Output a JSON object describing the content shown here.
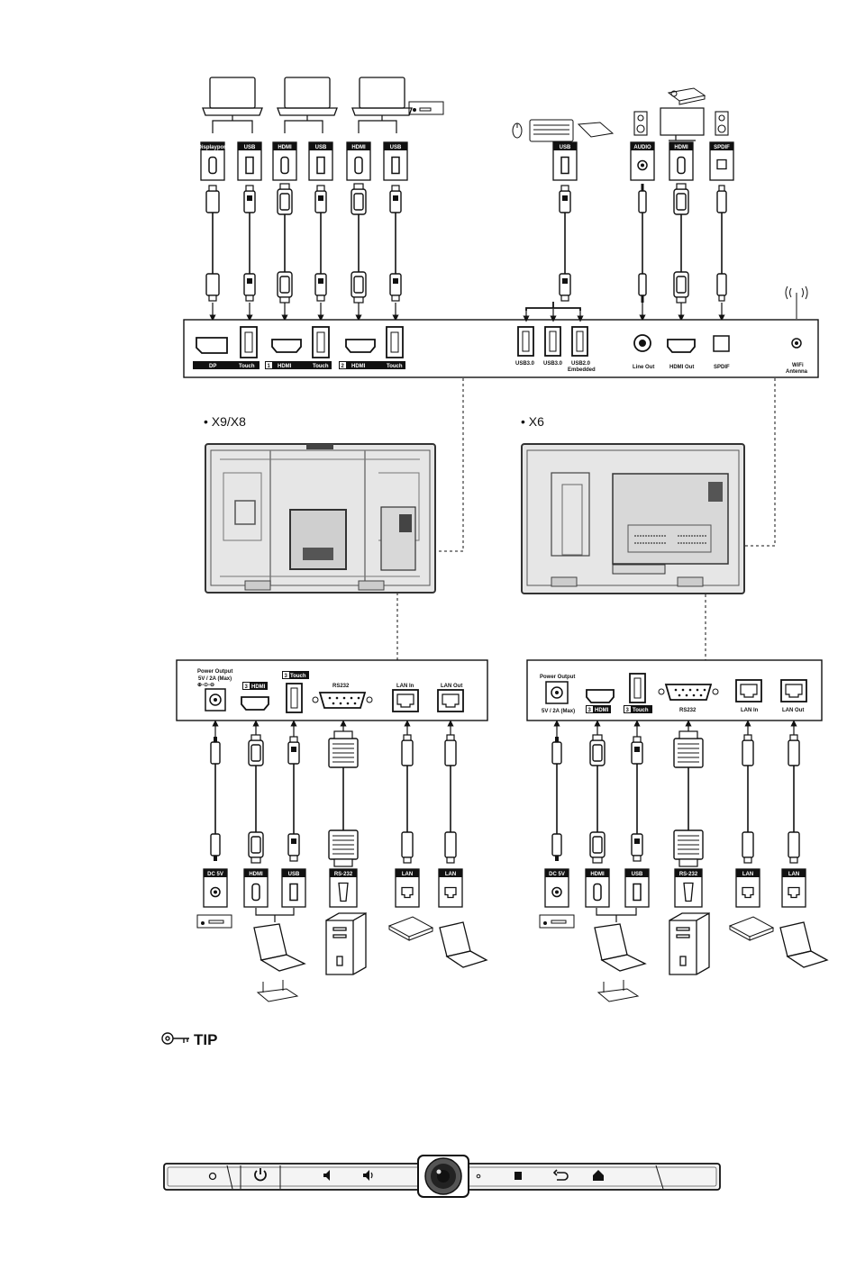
{
  "top_panel": {
    "port_labels": [
      "DP",
      "Touch",
      "HDMI",
      "Touch",
      "HDMI",
      "Touch"
    ],
    "port_numbers": [
      "1",
      "2"
    ],
    "usb_labels": [
      "USB3.0",
      "USB3.0",
      "USB2.0",
      "Embedded"
    ],
    "right_labels": [
      "Line Out",
      "HDMI Out",
      "SPDIF",
      "WiFi",
      "Antenna"
    ],
    "cable_tags": [
      "Displayport",
      "USB",
      "HDMI",
      "USB",
      "HDMI",
      "USB",
      "USB",
      "AUDIO",
      "HDMI",
      "SPDIF"
    ]
  },
  "models": {
    "left": "• X9/X8",
    "right": "• X6"
  },
  "bottom_left_panel": {
    "power_title": "Power Output",
    "power_spec": "5V / 2A (Max)",
    "port_number": "3",
    "hdmi_label": "HDMI",
    "touch_label": "Touch",
    "rs232": "RS232",
    "lan_in": "LAN In",
    "lan_out": "LAN Out",
    "cable_tags": [
      "DC 5V",
      "HDMI",
      "USB",
      "RS-232",
      "LAN",
      "LAN"
    ]
  },
  "bottom_right_panel": {
    "power_title": "Power Output",
    "power_spec": "5V / 2A (Max)",
    "port_number": "3",
    "hdmi_label": "HDMI",
    "touch_label": "Touch",
    "rs232": "RS232",
    "lan_in": "LAN In",
    "lan_out": "LAN Out",
    "cable_tags": [
      "DC 5V",
      "HDMI",
      "USB",
      "RS-232",
      "LAN",
      "LAN"
    ]
  },
  "tip": {
    "label": "TIP",
    "icon": "key-icon"
  },
  "front_bar": {
    "icons": [
      "light-sensor-icon",
      "power-icon",
      "volume-down-icon",
      "volume-up-icon",
      "camera-lens-icon",
      "sensor-dot-icon",
      "stop-icon",
      "back-icon",
      "home-icon"
    ]
  },
  "colors": {
    "line": "#111111",
    "panel_fill": "#ffffff",
    "monitor_back": "#e6e6e6",
    "monitor_dark": "#3a3a3a"
  }
}
